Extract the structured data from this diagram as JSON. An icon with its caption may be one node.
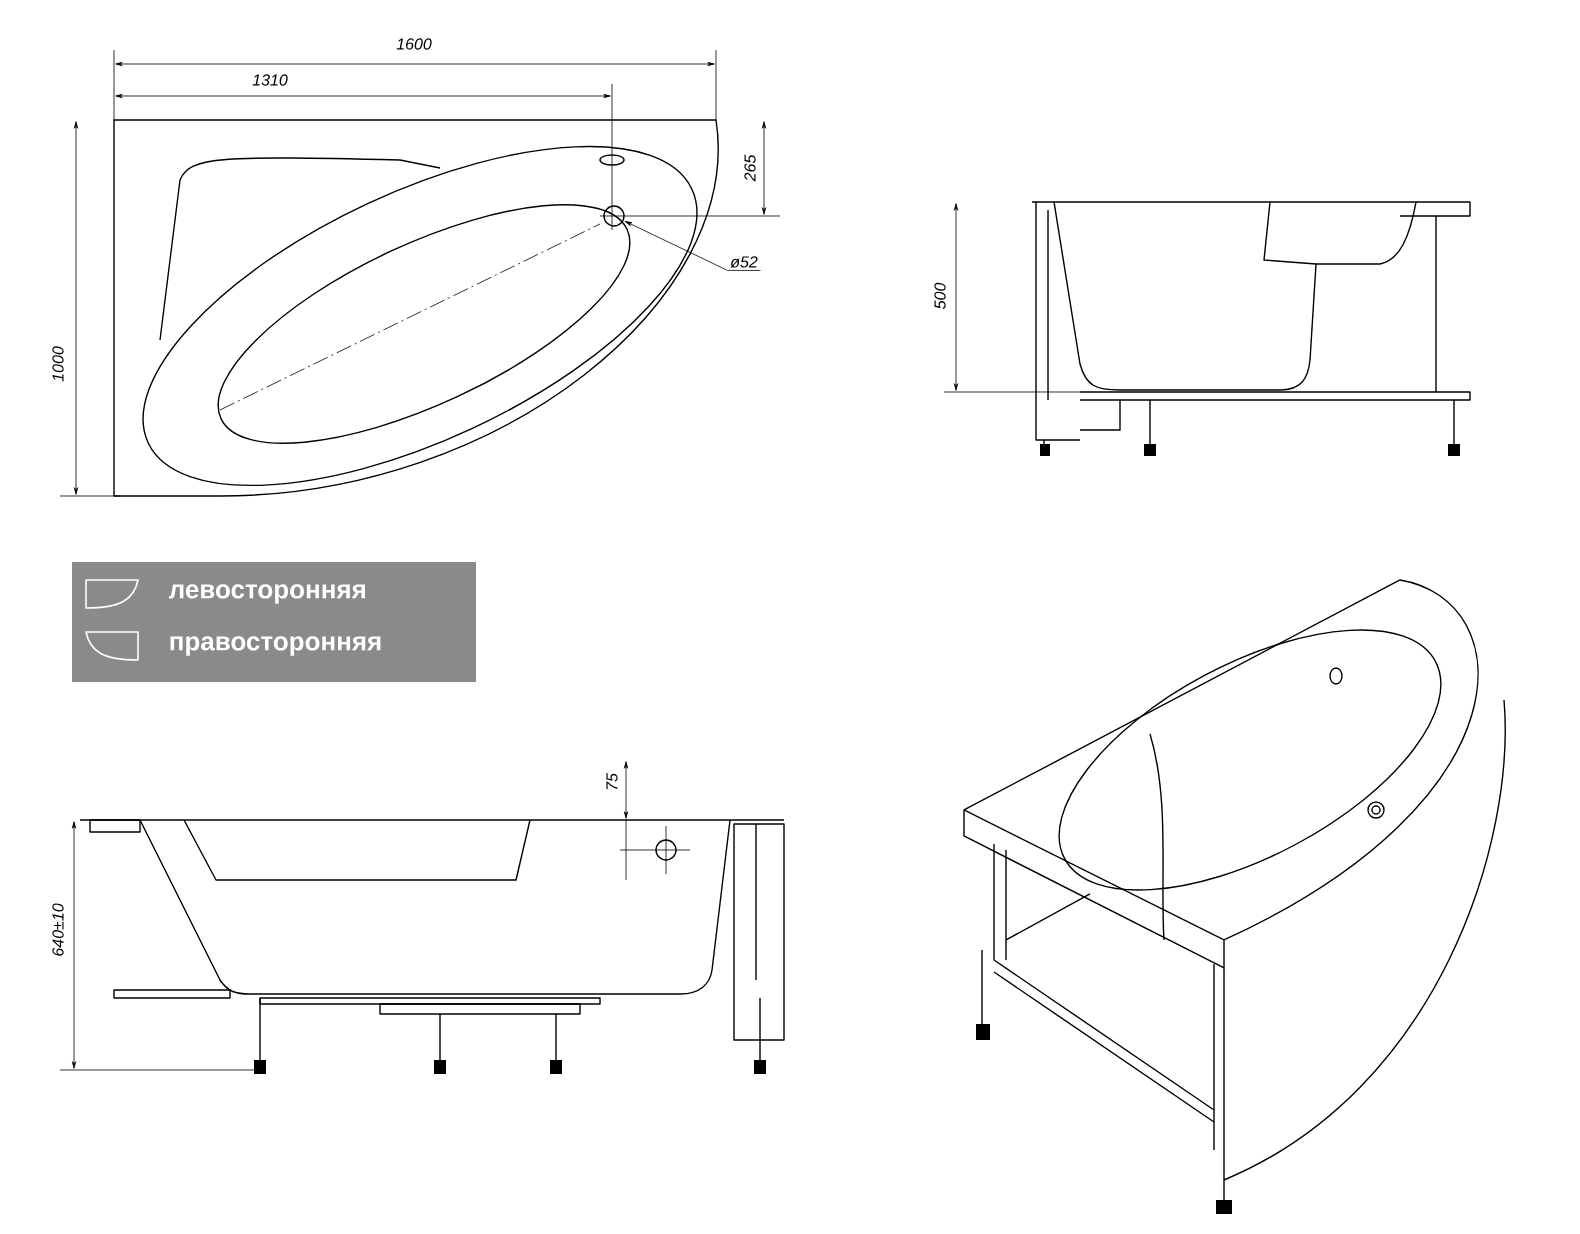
{
  "diagram": {
    "nodes": [
      {
        "text": [
          "ø52"
        ]
      },
      {
        "text": [],
        "shape": "circle"
      }
    ],
    "edges": [
      {
        "from": 0,
        "to": 1,
        "arrow": "to"
      }
    ],
    "labels": [
      "1600",
      "1310",
      "265",
      "1000",
      "500",
      "75",
      "640±10"
    ],
    "legend": [
      {
        "text": "левосторонняя"
      },
      {
        "text": "правосторонняя"
      }
    ]
  }
}
